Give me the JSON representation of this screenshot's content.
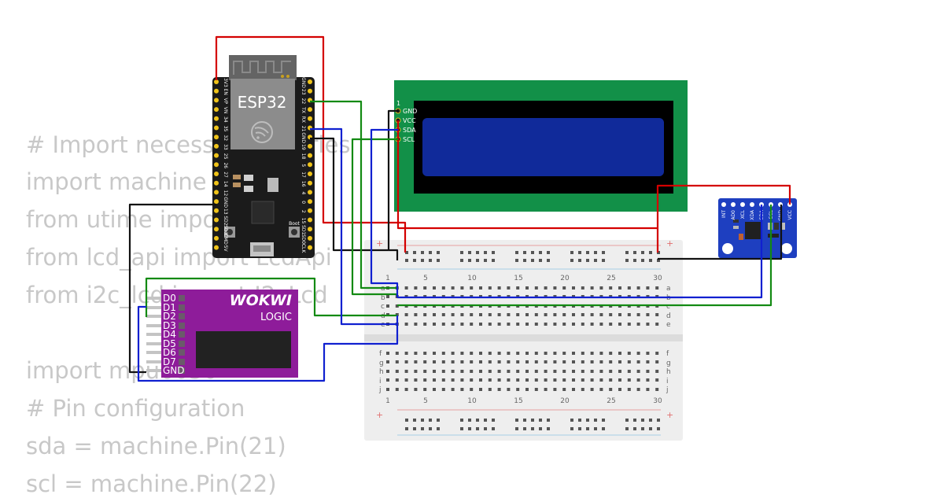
{
  "code_lines": [
    "# Import necessary libraries",
    "import machine",
    "from utime import sleep",
    "from lcd_api import LcdApi",
    "from i2c_lcd import I2cLcd",
    "",
    "import mpu6050",
    "# Pin configuration",
    "sda = machine.Pin(21)",
    "scl = machine.Pin(22)"
  ],
  "esp32": {
    "label": "ESP32",
    "boot_label": "Boot",
    "left_pins": [
      "3V3",
      "EN",
      "VP",
      "VN",
      "34",
      "35",
      "32",
      "33",
      "25",
      "26",
      "27",
      "14",
      "12",
      "GND",
      "13",
      "SD2",
      "SD3",
      "CMD",
      "5V"
    ],
    "right_pins": [
      "GND",
      "23",
      "22",
      "TX",
      "RX",
      "21",
      "GND",
      "19",
      "18",
      "5",
      "17",
      "16",
      "4",
      "0",
      "2",
      "15",
      "SD1",
      "SD0",
      "CLK"
    ]
  },
  "lcd": {
    "pin_number": "1",
    "pins": [
      "GND",
      "VCC",
      "SDA",
      "SCL"
    ]
  },
  "mpu": {
    "pins": [
      "INT",
      "AD0",
      "XCL",
      "XDA",
      "SDA",
      "SCL",
      "GND",
      "VCC"
    ]
  },
  "logic": {
    "brand": "WOKWI",
    "product": "LOGIC",
    "pins": [
      "D0",
      "D1",
      "D2",
      "D3",
      "D4",
      "D5",
      "D6",
      "D7",
      "GND"
    ]
  },
  "breadboard": {
    "columns_top": [
      "1",
      "5",
      "10",
      "15",
      "20",
      "25",
      "30"
    ],
    "columns_bottom": [
      "1",
      "5",
      "10",
      "15",
      "20",
      "25",
      "30"
    ],
    "rows_top": [
      "a",
      "b",
      "c",
      "d",
      "e"
    ],
    "rows_bottom": [
      "f",
      "g",
      "h",
      "i",
      "j"
    ],
    "plus": "+"
  },
  "wire_colors": {
    "red": "#d40000",
    "black": "#111111",
    "green": "#138a13",
    "blue": "#1020d0"
  }
}
